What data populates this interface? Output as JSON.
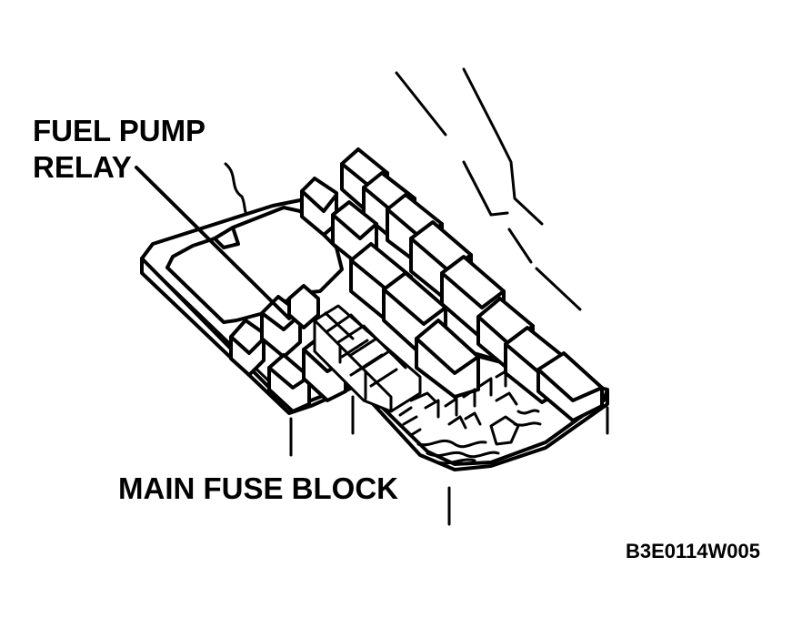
{
  "labels": {
    "relay_line1": "FUEL PUMP",
    "relay_line2": "RELAY",
    "fuse_block": "MAIN FUSE BLOCK",
    "figure_code": "B3E0114W005"
  },
  "colors": {
    "ink": "#000000",
    "paper": "#ffffff"
  }
}
